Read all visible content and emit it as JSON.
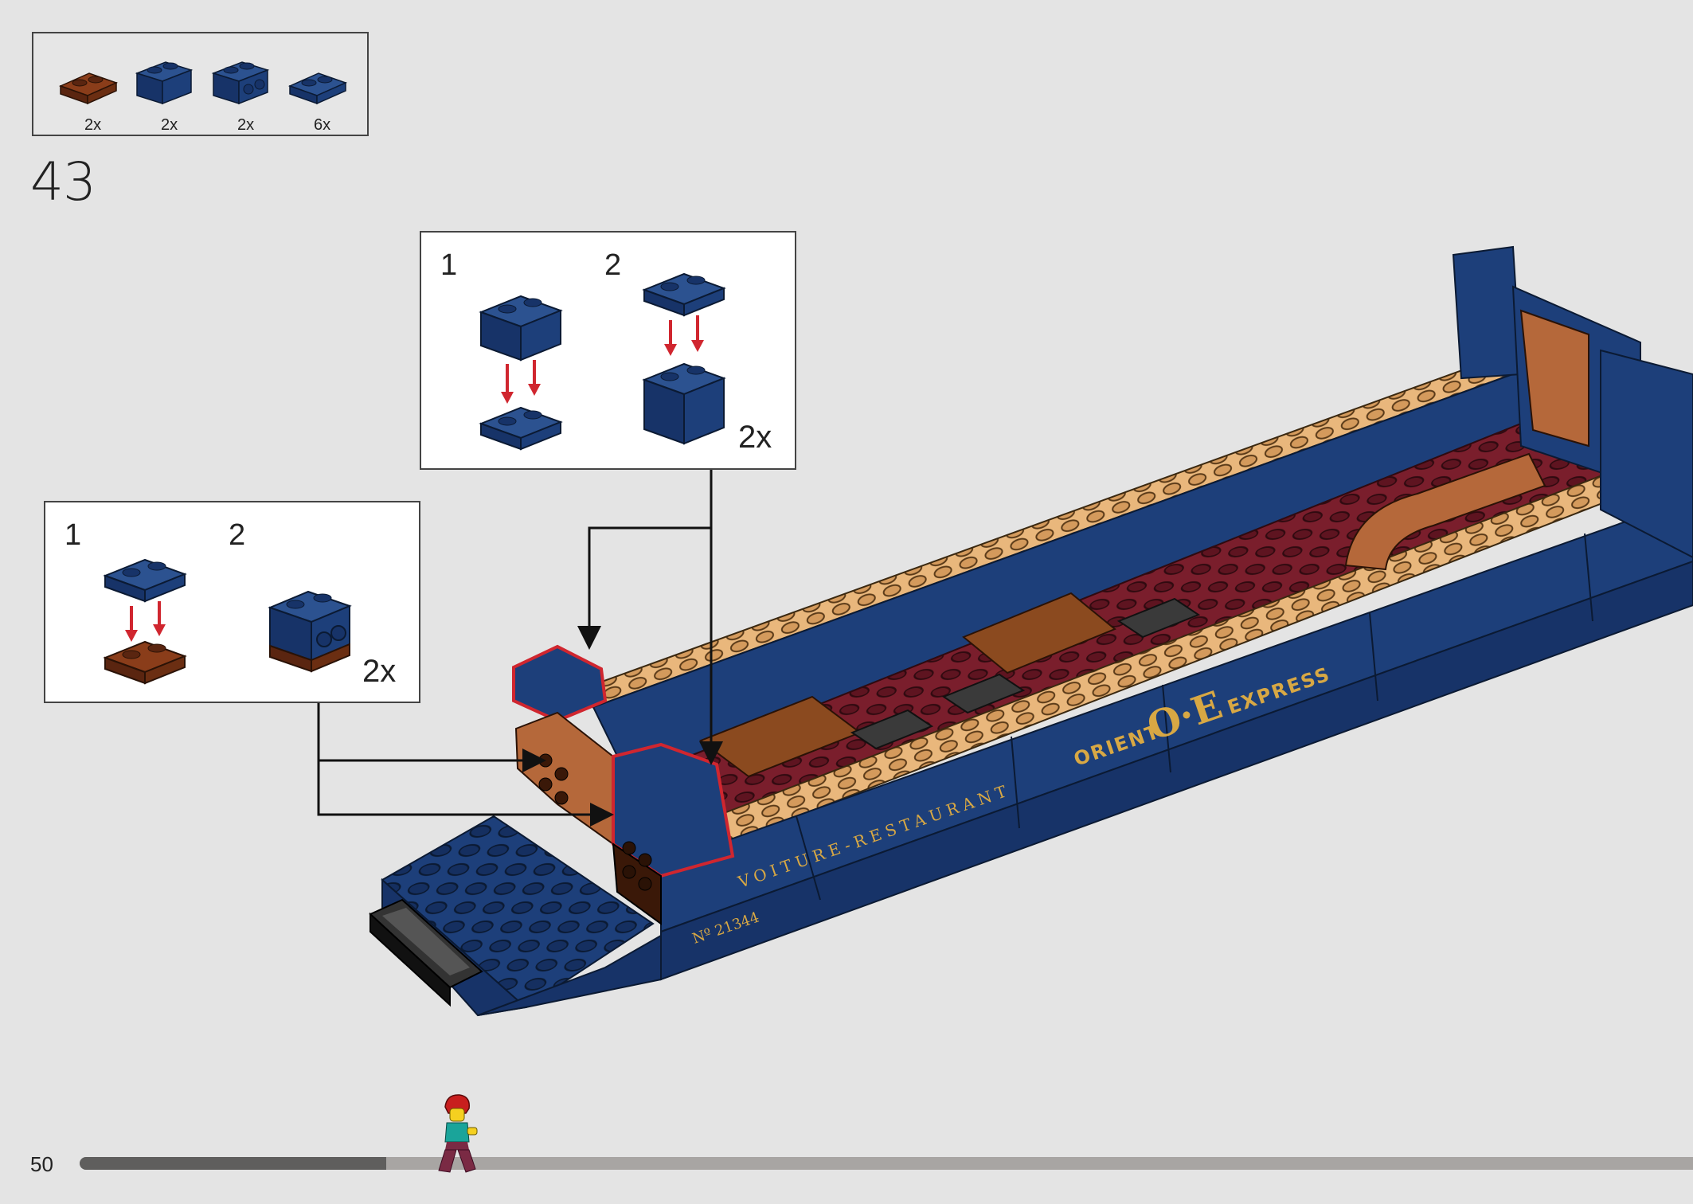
{
  "parts_list": [
    {
      "part": "brown-plate-1x2",
      "color": "#6b2e12",
      "quantity": "2x"
    },
    {
      "part": "blue-brick-1x2",
      "color": "#1d3f7a",
      "quantity": "2x"
    },
    {
      "part": "blue-brick-1x2-with-studs-on-side",
      "color": "#1d3f7a",
      "quantity": "2x"
    },
    {
      "part": "blue-plate-1x2",
      "color": "#1d3f7a",
      "quantity": "6x"
    }
  ],
  "step": {
    "number": "43"
  },
  "sub_assembly_a": {
    "step1_label": "1",
    "step2_label": "2",
    "multiplier": "2x"
  },
  "sub_assembly_b": {
    "step1_label": "1",
    "step2_label": "2",
    "multiplier": "2x"
  },
  "model": {
    "side_lettering": "VOITURE-RESTAURANT",
    "logo_left": "ORIENT",
    "logo_monogram": "O·E",
    "logo_right": "EXPRESS",
    "car_number": "Nº 21344"
  },
  "footer": {
    "page_number": "50",
    "progress_fraction": 0.19
  },
  "colors": {
    "background": "#e4e4e4",
    "dark_blue": "#1d3f7a",
    "tan": "#e9b77c",
    "dark_red": "#7a1e2c",
    "reddish_brown": "#6b2e12",
    "medium_nougat": "#b5683a",
    "highlight_red": "#d0262f",
    "gold_print": "#d8a844"
  }
}
